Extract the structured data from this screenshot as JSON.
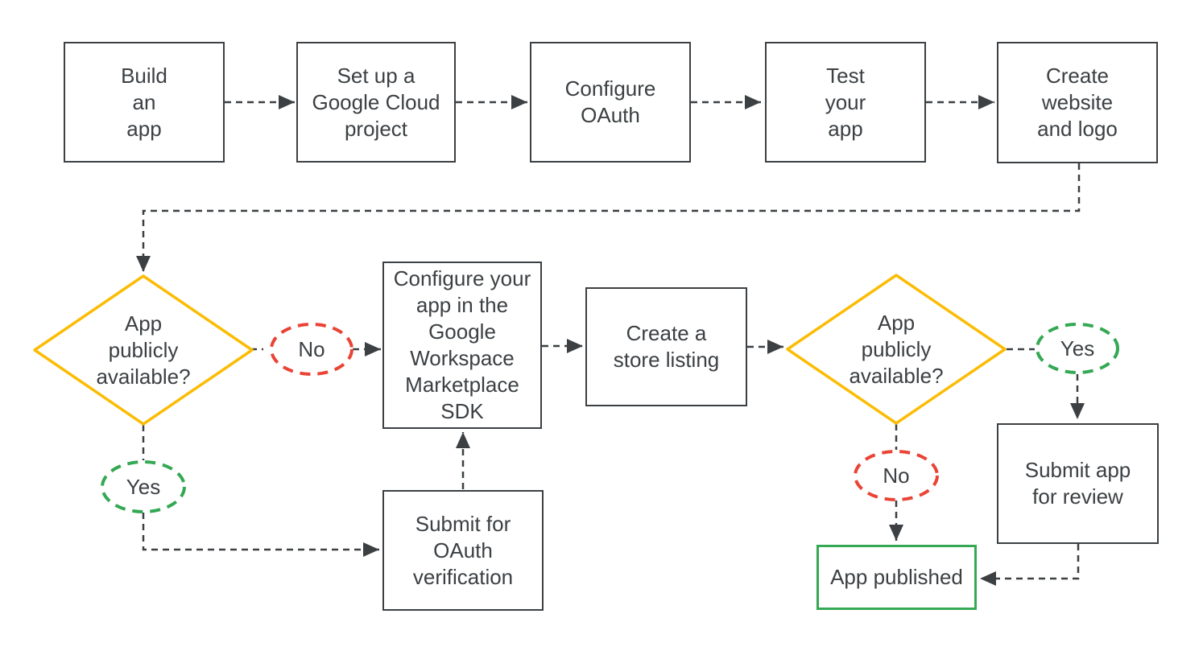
{
  "diagram": {
    "type": "flowchart",
    "colors": {
      "node_border": "#3C4043",
      "text": "#3C4043",
      "connector": "#3C4043",
      "decision_border": "#FBBC04",
      "no_oval_border": "#EA4335",
      "yes_oval_border": "#34A853",
      "published_border": "#34A853",
      "background": "#FFFFFF"
    },
    "nodes": {
      "build": {
        "label": "Build\nan\napp"
      },
      "setup": {
        "label": "Set up a\nGoogle Cloud\nproject"
      },
      "configure_oauth": {
        "label": "Configure\nOAuth"
      },
      "test": {
        "label": "Test\nyour\napp"
      },
      "website": {
        "label": "Create\nwebsite\nand logo"
      },
      "decision_left": {
        "label": "App\npublicly\navailable?"
      },
      "no_left": {
        "label": "No"
      },
      "yes_left": {
        "label": "Yes"
      },
      "sdk": {
        "label": "Configure your\napp in the\nGoogle\nWorkspace\nMarketplace\nSDK"
      },
      "store_listing": {
        "label": "Create a\nstore listing"
      },
      "decision_right": {
        "label": "App\npublicly\navailable?"
      },
      "yes_right": {
        "label": "Yes"
      },
      "no_right": {
        "label": "No"
      },
      "submit_review": {
        "label": "Submit app\nfor review"
      },
      "submit_oauth": {
        "label": "Submit for\nOAuth\nverification"
      },
      "published": {
        "label": "App published"
      }
    },
    "edges": [
      {
        "from": "build",
        "to": "setup"
      },
      {
        "from": "setup",
        "to": "configure_oauth"
      },
      {
        "from": "configure_oauth",
        "to": "test"
      },
      {
        "from": "test",
        "to": "website"
      },
      {
        "from": "website",
        "to": "decision_left"
      },
      {
        "from": "decision_left",
        "via": "no_left",
        "to": "sdk"
      },
      {
        "from": "decision_left",
        "via": "yes_left",
        "to": "submit_oauth"
      },
      {
        "from": "submit_oauth",
        "to": "sdk"
      },
      {
        "from": "sdk",
        "to": "store_listing"
      },
      {
        "from": "store_listing",
        "to": "decision_right"
      },
      {
        "from": "decision_right",
        "via": "yes_right",
        "to": "submit_review"
      },
      {
        "from": "decision_right",
        "via": "no_right",
        "to": "published"
      },
      {
        "from": "submit_review",
        "to": "published"
      }
    ]
  }
}
